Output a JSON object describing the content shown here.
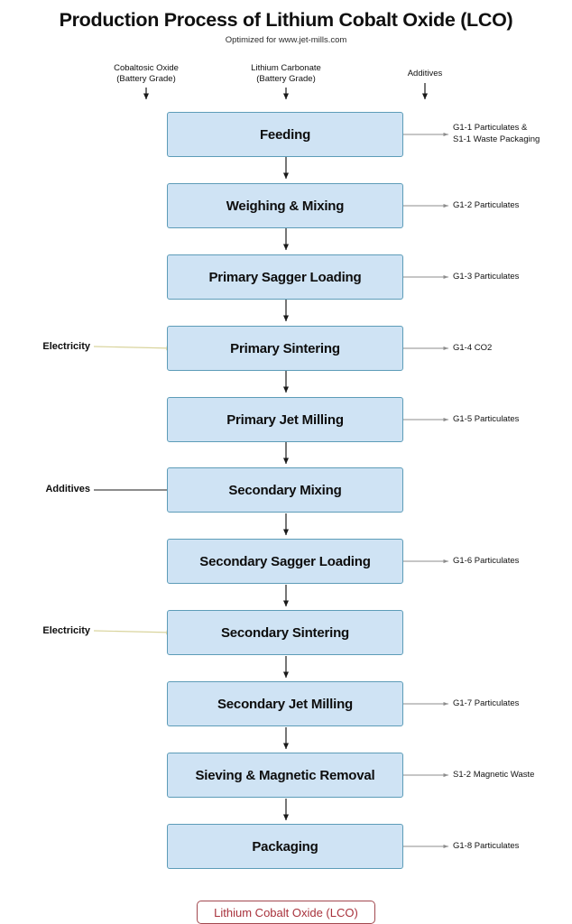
{
  "header": {
    "title": "Production Process of Lithium Cobalt Oxide (LCO)",
    "subtitle": "Optimized for www.jet-mills.com"
  },
  "colors": {
    "box_fill": "#cfe3f4",
    "box_border": "#5d9cb8",
    "product_border": "#a2484f",
    "product_text": "#a8323c",
    "electricity_arrow": "#d9d49d",
    "emission_arrow": "#8d8d8d",
    "flow_arrow": "#1a1a1a",
    "background": "#ffffff"
  },
  "chart_data": {
    "type": "flowchart",
    "title": "Production Process of Lithium Cobalt Oxide (LCO)",
    "orientation": "top-to-bottom",
    "nodes": [
      {
        "id": "feeding",
        "label": "Feeding"
      },
      {
        "id": "weighing-mixing",
        "label": "Weighing & Mixing"
      },
      {
        "id": "primary-sagger-loading",
        "label": "Primary Sagger Loading"
      },
      {
        "id": "primary-sintering",
        "label": "Primary Sintering"
      },
      {
        "id": "primary-jet-milling",
        "label": "Primary Jet Milling"
      },
      {
        "id": "secondary-mixing",
        "label": "Secondary Mixing"
      },
      {
        "id": "secondary-sagger-loading",
        "label": "Secondary Sagger Loading"
      },
      {
        "id": "secondary-sintering",
        "label": "Secondary Sintering"
      },
      {
        "id": "secondary-jet-milling",
        "label": "Secondary Jet Milling"
      },
      {
        "id": "sieving-magnetic-removal",
        "label": "Sieving & Magnetic Removal"
      },
      {
        "id": "packaging",
        "label": "Packaging"
      }
    ],
    "product": "Lithium Cobalt Oxide (LCO)",
    "top_inputs": [
      {
        "line1": "Cobaltosic Oxide",
        "line2": "(Battery Grade)",
        "target": "feeding"
      },
      {
        "line1": "Lithium Carbonate",
        "line2": "(Battery Grade)",
        "target": "feeding"
      },
      {
        "line1": "Additives",
        "line2": "",
        "target": "feeding"
      }
    ],
    "side_inputs": [
      {
        "label": "Electricity",
        "target": "primary-sintering",
        "arrow_color": "#d9d49d"
      },
      {
        "label": "Additives",
        "target": "secondary-mixing",
        "arrow_color": "#1a1a1a"
      },
      {
        "label": "Electricity",
        "target": "secondary-sintering",
        "arrow_color": "#d9d49d"
      }
    ],
    "emissions": [
      {
        "source": "feeding",
        "line1": "G1-1 Particulates &",
        "line2": "S1-1 Waste Packaging"
      },
      {
        "source": "weighing-mixing",
        "line1": "G1-2 Particulates",
        "line2": ""
      },
      {
        "source": "primary-sagger-loading",
        "line1": "G1-3 Particulates",
        "line2": ""
      },
      {
        "source": "primary-sintering",
        "line1": "G1-4 CO2",
        "line2": ""
      },
      {
        "source": "primary-jet-milling",
        "line1": "G1-5 Particulates",
        "line2": ""
      },
      {
        "source": "secondary-sagger-loading",
        "line1": "G1-6 Particulates",
        "line2": ""
      },
      {
        "source": "secondary-jet-milling",
        "line1": "G1-7 Particulates",
        "line2": ""
      },
      {
        "source": "sieving-magnetic-removal",
        "line1": "S1-2 Magnetic Waste",
        "line2": ""
      },
      {
        "source": "packaging",
        "line1": "G1-8 Particulates",
        "line2": ""
      }
    ]
  },
  "boxes": {
    "b0": "Feeding",
    "b1": "Weighing & Mixing",
    "b2": "Primary Sagger Loading",
    "b3": "Primary Sintering",
    "b4": "Primary Jet Milling",
    "b5": "Secondary Mixing",
    "b6": "Secondary Sagger Loading",
    "b7": "Secondary Sintering",
    "b8": "Secondary Jet Milling",
    "b9": "Sieving & Magnetic Removal",
    "b10": "Packaging"
  },
  "feeds": {
    "f0_l1": "Cobaltosic Oxide",
    "f0_l2": "(Battery Grade)",
    "f1_l1": "Lithium Carbonate",
    "f1_l2": "(Battery Grade)",
    "f2_l1": "Additives"
  },
  "emissions": {
    "e0_l1": "G1-1 Particulates &",
    "e0_l2": "S1-1 Waste Packaging",
    "e1": "G1-2 Particulates",
    "e2": "G1-3 Particulates",
    "e3": "G1-4 CO2",
    "e4": "G1-5 Particulates",
    "e6": "G1-6 Particulates",
    "e8": "G1-7 Particulates",
    "e9": "S1-2 Magnetic Waste",
    "e10": "G1-8 Particulates"
  },
  "side": {
    "s3": "Electricity",
    "s5": "Additives",
    "s7": "Electricity"
  },
  "product": {
    "label": "Lithium Cobalt Oxide (LCO)"
  }
}
